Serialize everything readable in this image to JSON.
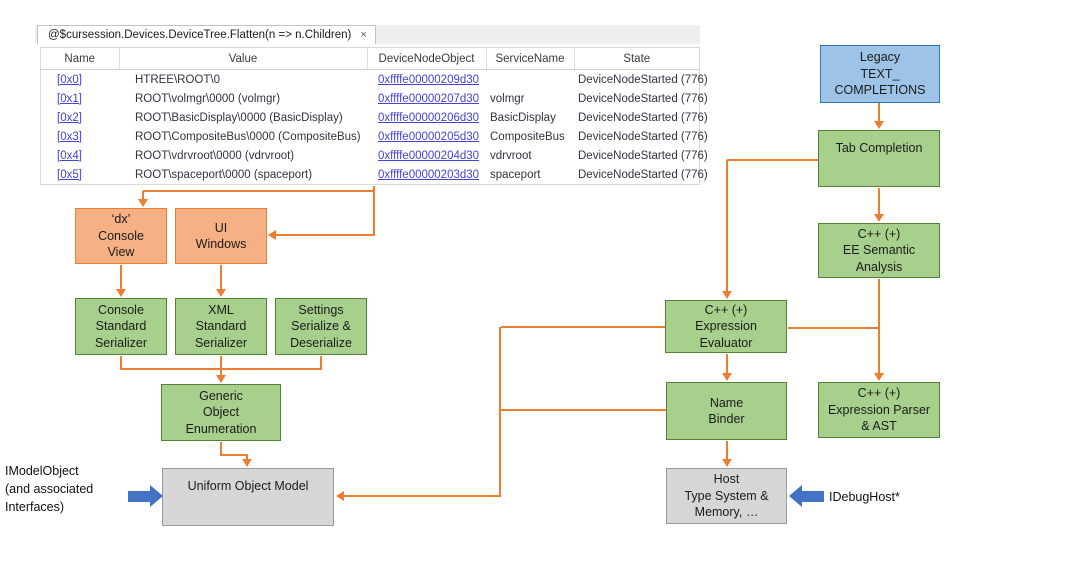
{
  "theme": {
    "accent-orange": "#ED7D31",
    "orange-fill": "#F5B183",
    "green-fill": "#A8D08D",
    "green-border": "#538135",
    "blue-fill": "#9DC3E6",
    "blue-border": "#2E75B6",
    "gray-fill": "#D6D6D6",
    "gray-border": "#9B9B9B",
    "block-arrow-blue": "#4472C4",
    "link-blue": "#4444D6",
    "table-text": "#333344"
  },
  "window": {
    "tab_title": "@$cursession.Devices.DeviceTree.Flatten(n => n.Children)",
    "tab_close": "×"
  },
  "table": {
    "columns": [
      "Name",
      "Value",
      "DeviceNodeObject",
      "ServiceName",
      "State"
    ],
    "rows": [
      {
        "name": "[0x0]",
        "value": "HTREE\\ROOT\\0",
        "device_node_object": "0xffffe00000209d30",
        "service_name": "",
        "state": "DeviceNodeStarted (776)"
      },
      {
        "name": "[0x1]",
        "value": "ROOT\\volmgr\\0000 (volmgr)",
        "device_node_object": "0xffffe00000207d30",
        "service_name": "volmgr",
        "state": "DeviceNodeStarted (776)"
      },
      {
        "name": "[0x2]",
        "value": "ROOT\\BasicDisplay\\0000 (BasicDisplay)",
        "device_node_object": "0xffffe00000206d30",
        "service_name": "BasicDisplay",
        "state": "DeviceNodeStarted (776)"
      },
      {
        "name": "[0x3]",
        "value": "ROOT\\CompositeBus\\0000 (CompositeBus)",
        "device_node_object": "0xffffe00000205d30",
        "service_name": "CompositeBus",
        "state": "DeviceNodeStarted (776)"
      },
      {
        "name": "[0x4]",
        "value": "ROOT\\vdrvroot\\0000 (vdrvroot)",
        "device_node_object": "0xffffe00000204d30",
        "service_name": "vdrvroot",
        "state": "DeviceNodeStarted (776)"
      },
      {
        "name": "[0x5]",
        "value": "ROOT\\spaceport\\0000 (spaceport)",
        "device_node_object": "0xffffe00000203d30",
        "service_name": "spaceport",
        "state": "DeviceNodeStarted (776)"
      }
    ]
  },
  "diagram": {
    "boxes": {
      "legacy": "Legacy\nTEXT_\nCOMPLETIONS",
      "tab_completion": "Tab Completion",
      "ee_semantic": "C++ (+)\nEE Semantic\nAnalysis",
      "expr_evaluator": "C++ (+)\nExpression\nEvaluator",
      "expr_parser": "C++ (+)\nExpression Parser\n& AST",
      "name_binder": "Name\nBinder",
      "host": "Host\nType System &\nMemory, …",
      "dx_console": "‘dx’\nConsole\nView",
      "ui_windows": "UI\nWindows",
      "console_serializer": "Console\nStandard\nSerializer",
      "xml_serializer": "XML\nStandard\nSerializer",
      "settings_serializer": "Settings\nSerialize &\nDeserialize",
      "generic_enumeration": "Generic\nObject\nEnumeration",
      "uniform_object_model": "Uniform Object Model"
    },
    "annotations": {
      "imodelobject": "IModelObject\n(and associated\nInterfaces)",
      "idebughost": "IDebugHost*"
    }
  }
}
